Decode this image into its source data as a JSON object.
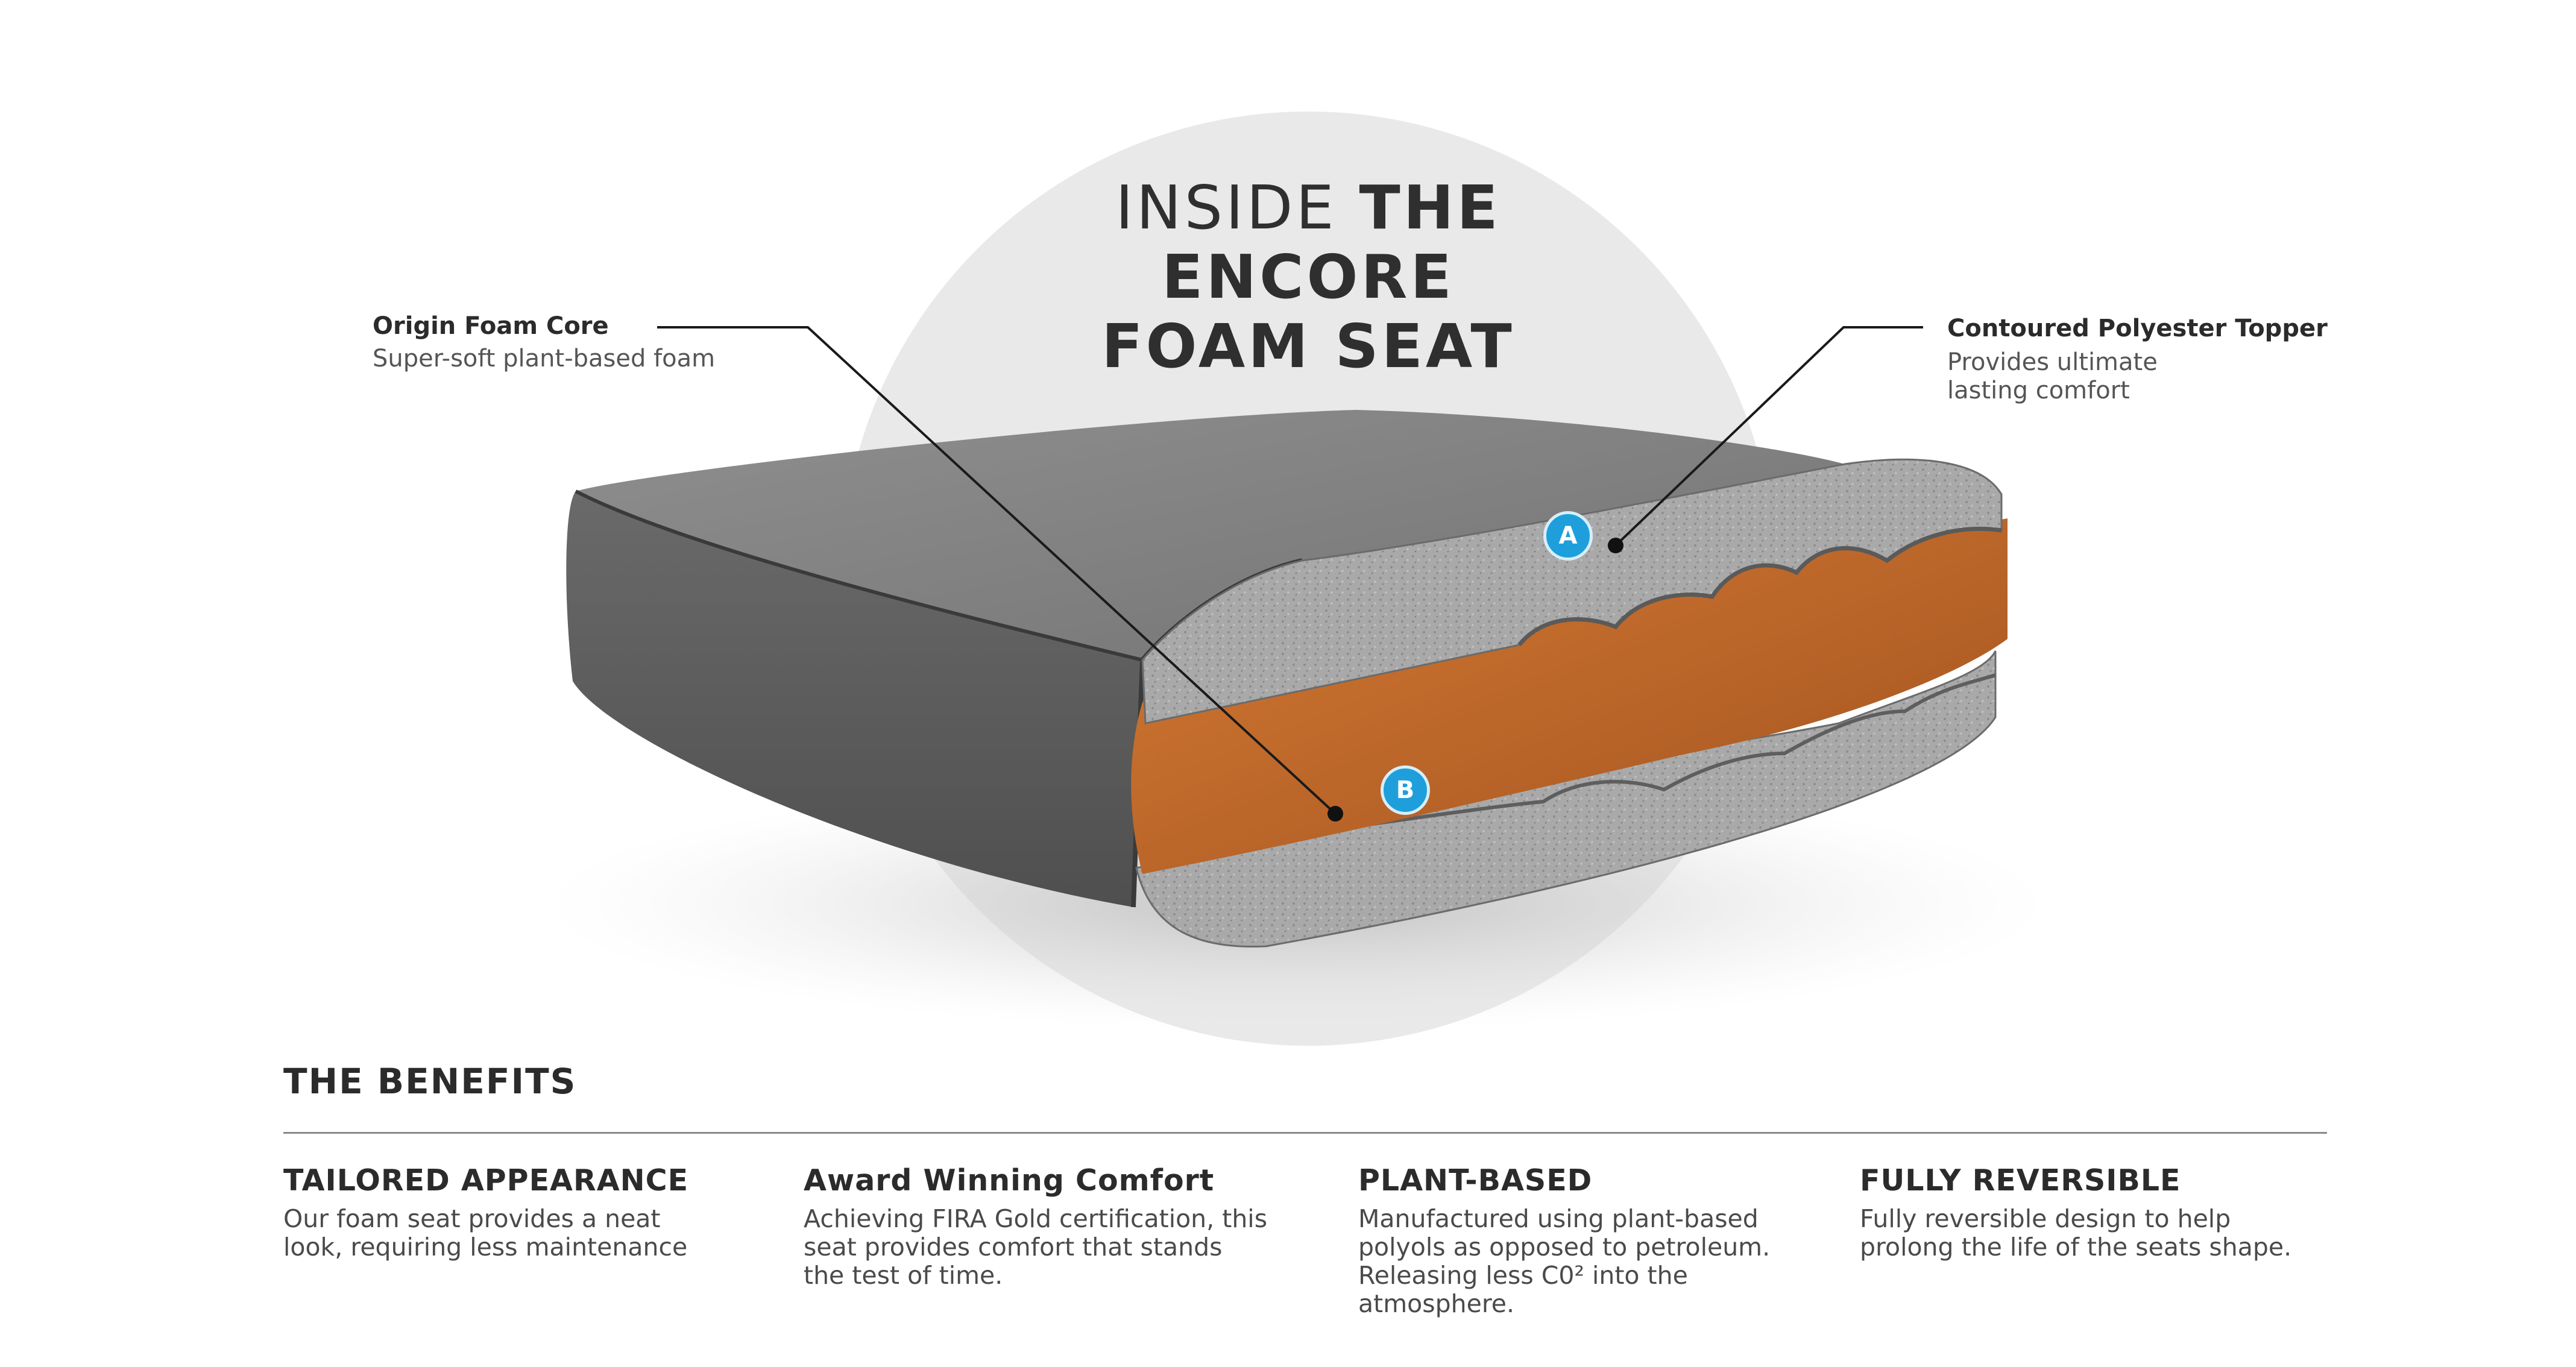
{
  "heading": {
    "line1_light": "INSIDE",
    "line1_bold": "THE",
    "line2": "ENCORE",
    "line3": "FOAM SEAT"
  },
  "callouts": {
    "core": {
      "title": "Origin Foam Core",
      "description": "Super-soft plant-based foam"
    },
    "topper": {
      "title": "Contoured Polyester Topper",
      "description_line1": "Provides ultimate",
      "description_line2": "lasting comfort"
    }
  },
  "badges": {
    "a": "A",
    "b": "B"
  },
  "benefits": {
    "heading": "THE BENEFITS",
    "items": [
      {
        "title": "TAILORED APPEARANCE",
        "description": "Our foam seat provides a neat\nlook, requiring less maintenance"
      },
      {
        "title": "Award Winning Comfort",
        "description": "Achieving FIRA Gold certification, this\nseat provides comfort that stands\nthe test of time."
      },
      {
        "title": "PLANT-BASED",
        "description": "Manufactured using plant-based\npolyols as opposed to petroleum.\nReleasing less C0² into the\natmosphere."
      },
      {
        "title": "FULLY REVERSIBLE",
        "description": "Fully reversible design to help\nprolong the life of the seats shape."
      }
    ]
  },
  "colors": {
    "badge": "#1e9fdc",
    "core_foam": "#b8622a",
    "cover": "#707070",
    "topper_foam": "#a9a9a9",
    "background_circle": "#e9e9e9"
  }
}
